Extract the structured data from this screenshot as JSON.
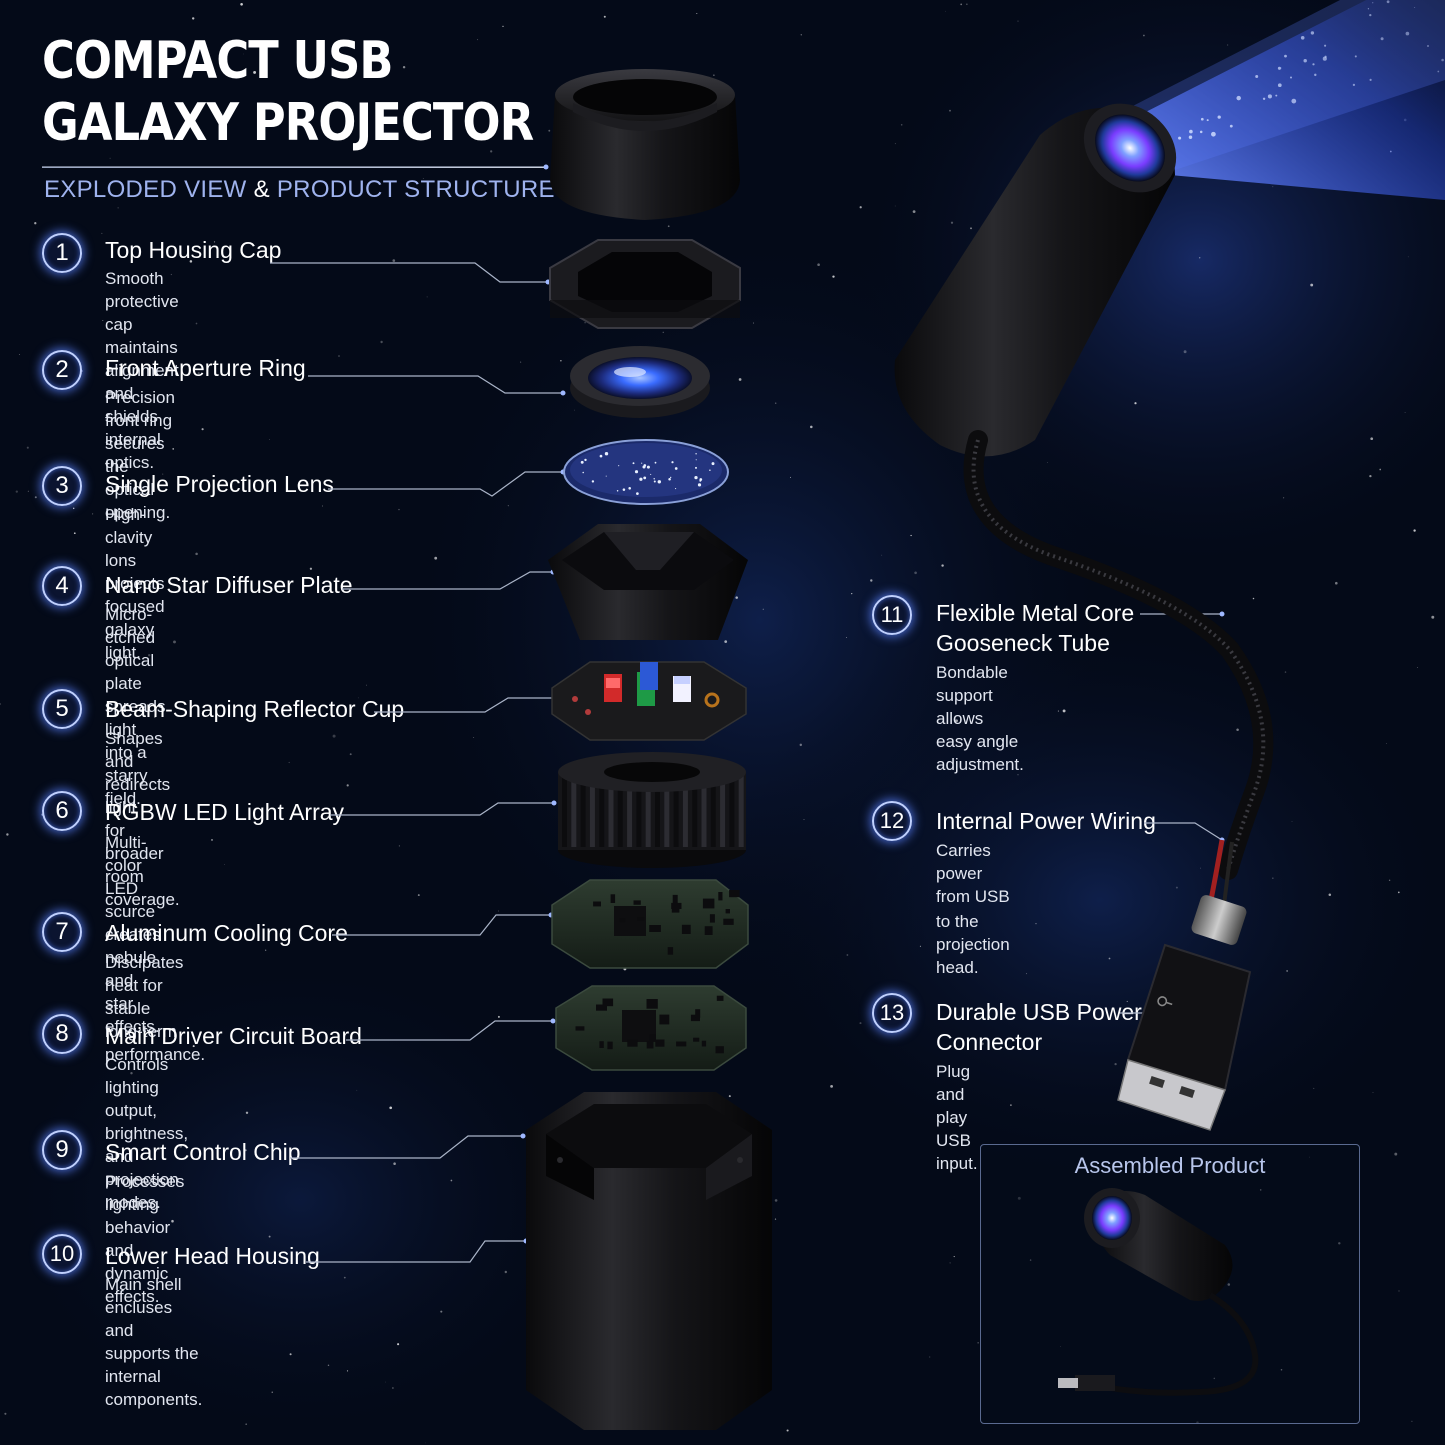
{
  "header": {
    "title_line1": "COMPACT USB",
    "title_line2": "GALAXY PROJECTOR",
    "subtitle_part1": "EXPLODED VIEW",
    "subtitle_amp": "&",
    "subtitle_part2": "PRODUCT STRUCTURE"
  },
  "components": [
    {
      "number": "1",
      "title": "Top Housing Cap",
      "desc": [
        "Smooth protective cap",
        "maintains alignment and",
        "shields internal optics."
      ]
    },
    {
      "number": "2",
      "title": "Front Aperture Ring",
      "desc": [
        "Precision front ring",
        "secures the optical",
        "opening."
      ]
    },
    {
      "number": "3",
      "title": "Single Projection Lens",
      "desc": [
        "High-clavity lons projects",
        "focused galaxy light."
      ]
    },
    {
      "number": "4",
      "title": "Nano Star Diffuser Plate",
      "desc": [
        "Micro-ctched optical plate",
        "spreads light into a",
        "starry field."
      ]
    },
    {
      "number": "5",
      "title": "Beam-Shaping Reflector Cup",
      "desc": [
        "Shapes and redirects light",
        "for broader room coverage."
      ]
    },
    {
      "number": "6",
      "title": "RGBW LED Light Array",
      "desc": [
        "Multi-color LED scurce",
        "creates nebule and",
        "star effects."
      ]
    },
    {
      "number": "7",
      "title": "Aluminum Cooling Core",
      "desc": [
        "Discipates heat for stable",
        "long-term performance."
      ]
    },
    {
      "number": "8",
      "title": "Main Driver Circuit Board",
      "desc": [
        "Controls lighting output,",
        "brightness, and projection",
        "modes."
      ]
    },
    {
      "number": "9",
      "title": "Smart Control Chip",
      "desc": [
        "Processes lighting behavior",
        "and dynamic effects."
      ]
    },
    {
      "number": "10",
      "title": "Lower Head Housing",
      "desc": [
        "Main shell encluses and",
        "supports the internal",
        "components."
      ]
    },
    {
      "number": "11",
      "title": [
        "Flexible Metal Core",
        "Gooseneck Tube"
      ],
      "desc": [
        "Bondable support allows",
        "easy angle adjustment."
      ]
    },
    {
      "number": "12",
      "title": [
        "Internal Power Wiring"
      ],
      "desc": [
        "Carries power from USB",
        "to the projection head."
      ]
    },
    {
      "number": "13",
      "title": [
        "Durable USB Power",
        "Connector"
      ],
      "desc": [
        "Plug and play USB input."
      ]
    }
  ],
  "inset": {
    "title": "Assembled Product"
  },
  "colors": {
    "background": "#030814",
    "accent_glow": "#5a82ff",
    "leader_line": "#aab4c8",
    "lens_blue": "#3a6cff"
  }
}
